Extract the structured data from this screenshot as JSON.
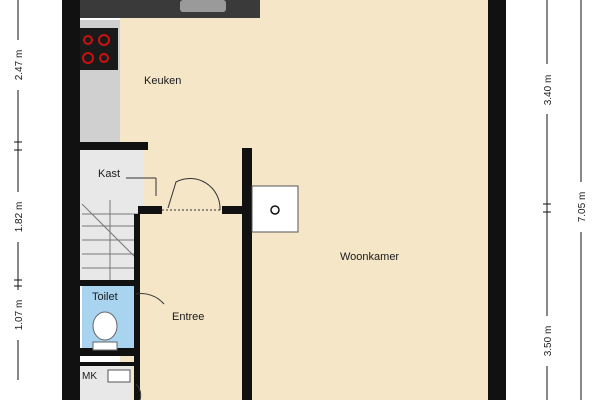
{
  "rooms": {
    "keuken": "Keuken",
    "kast": "Kast",
    "toilet": "Toilet",
    "entree": "Entree",
    "woonkamer": "Woonkamer",
    "mk": "MK"
  },
  "dimensions": {
    "left_1": "2.47 m",
    "left_2": "1.82 m",
    "left_3": "1.07 m",
    "right_1": "3.40 m",
    "right_2": "3.50 m",
    "right_total": "7.05 m"
  },
  "colors": {
    "floor": "#f5e6c8",
    "wall": "#111111",
    "tile": "#e8e8e8",
    "toilet_blue": "#a8d4f0",
    "hob_red": "#cc1111",
    "counter": "#d0d0d0"
  }
}
